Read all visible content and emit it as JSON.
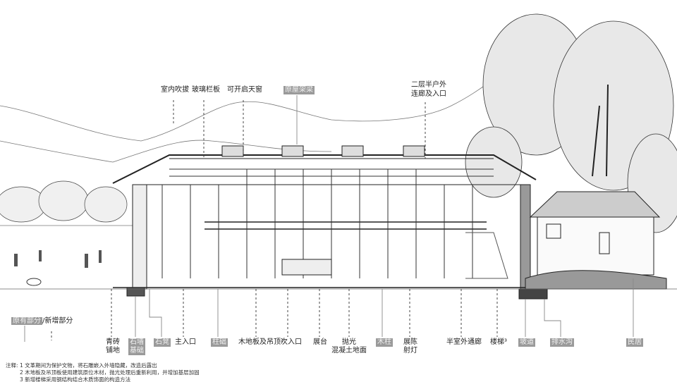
{
  "top_labels": {
    "atrium": "室内吹拔",
    "glass_railing": "玻璃栏板",
    "skylight": "可开启天窗",
    "roof_original": "原屋架梁",
    "corridor_line1": "二层半户外",
    "corridor_line2": "连廊及入口"
  },
  "legend": {
    "original": "原有部分",
    "separator": "/",
    "new": "新增部分"
  },
  "bottom_labels": {
    "brick_paving_1": "青砖",
    "brick_paving_2": "铺地",
    "stone_base_1": "石墙",
    "stone_base_2": "基础",
    "stone_bench": "石凳",
    "main_entrance": "主入口",
    "column_base": "柱础",
    "wood_floor": "木地板及吊顶²",
    "secondary_entrance": "次入口",
    "display_stand": "展台",
    "polished_1": "抛光",
    "polished_2": "混凝土地面",
    "wood_column": "木柱",
    "spotlight_1": "展陈",
    "spotlight_2": "射灯",
    "semi_outdoor": "半室外通廊",
    "stair": "楼梯³",
    "ramp": "坡道",
    "drain": "排水沟",
    "dwelling": "民居"
  },
  "notes": {
    "prefix": "注释:",
    "line1": "1 文革期间为保护文物，将石雕嵌入外墙隐藏，改造后露出",
    "line2": "2 木地板及吊顶板使用建筑原位木材，抛光处理后重新利用，并增加基层加固",
    "line3": "3 新增楼梯采用钢结构结合木质饰面的构造方法"
  },
  "colors": {
    "tag_bg": "#9a9a9a",
    "ink": "#222222"
  }
}
